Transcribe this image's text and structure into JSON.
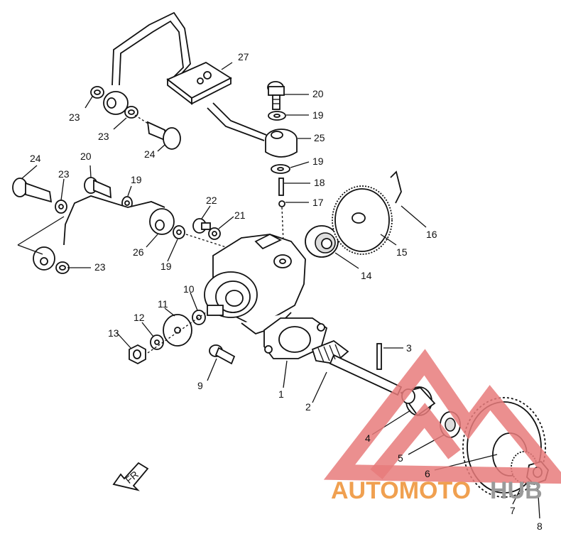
{
  "labels": {
    "l1": "1",
    "l2": "2",
    "l3": "3",
    "l4": "4",
    "l5": "5",
    "l6": "6",
    "l7": "7",
    "l8": "8",
    "l9": "9",
    "l10": "10",
    "l11": "11",
    "l12": "12",
    "l13": "13",
    "l14": "14",
    "l15": "15",
    "l16": "16",
    "l17": "17",
    "l18": "18",
    "l19a": "19",
    "l19b": "19",
    "l19c": "19",
    "l19d": "19",
    "l20a": "20",
    "l20b": "20",
    "l21": "21",
    "l22": "22",
    "l23a": "23",
    "l23b": "23",
    "l23c": "23",
    "l23d": "23",
    "l24a": "24",
    "l24b": "24",
    "l25": "25",
    "l26": "26",
    "l27": "27"
  },
  "watermark": {
    "text_orange": "AUTOMOTO",
    "text_gray": "HUB",
    "color_red": "#e87b7b",
    "color_orange": "#f0a050",
    "color_gray": "#9a9a9a"
  },
  "front_arrow_text": "FR"
}
